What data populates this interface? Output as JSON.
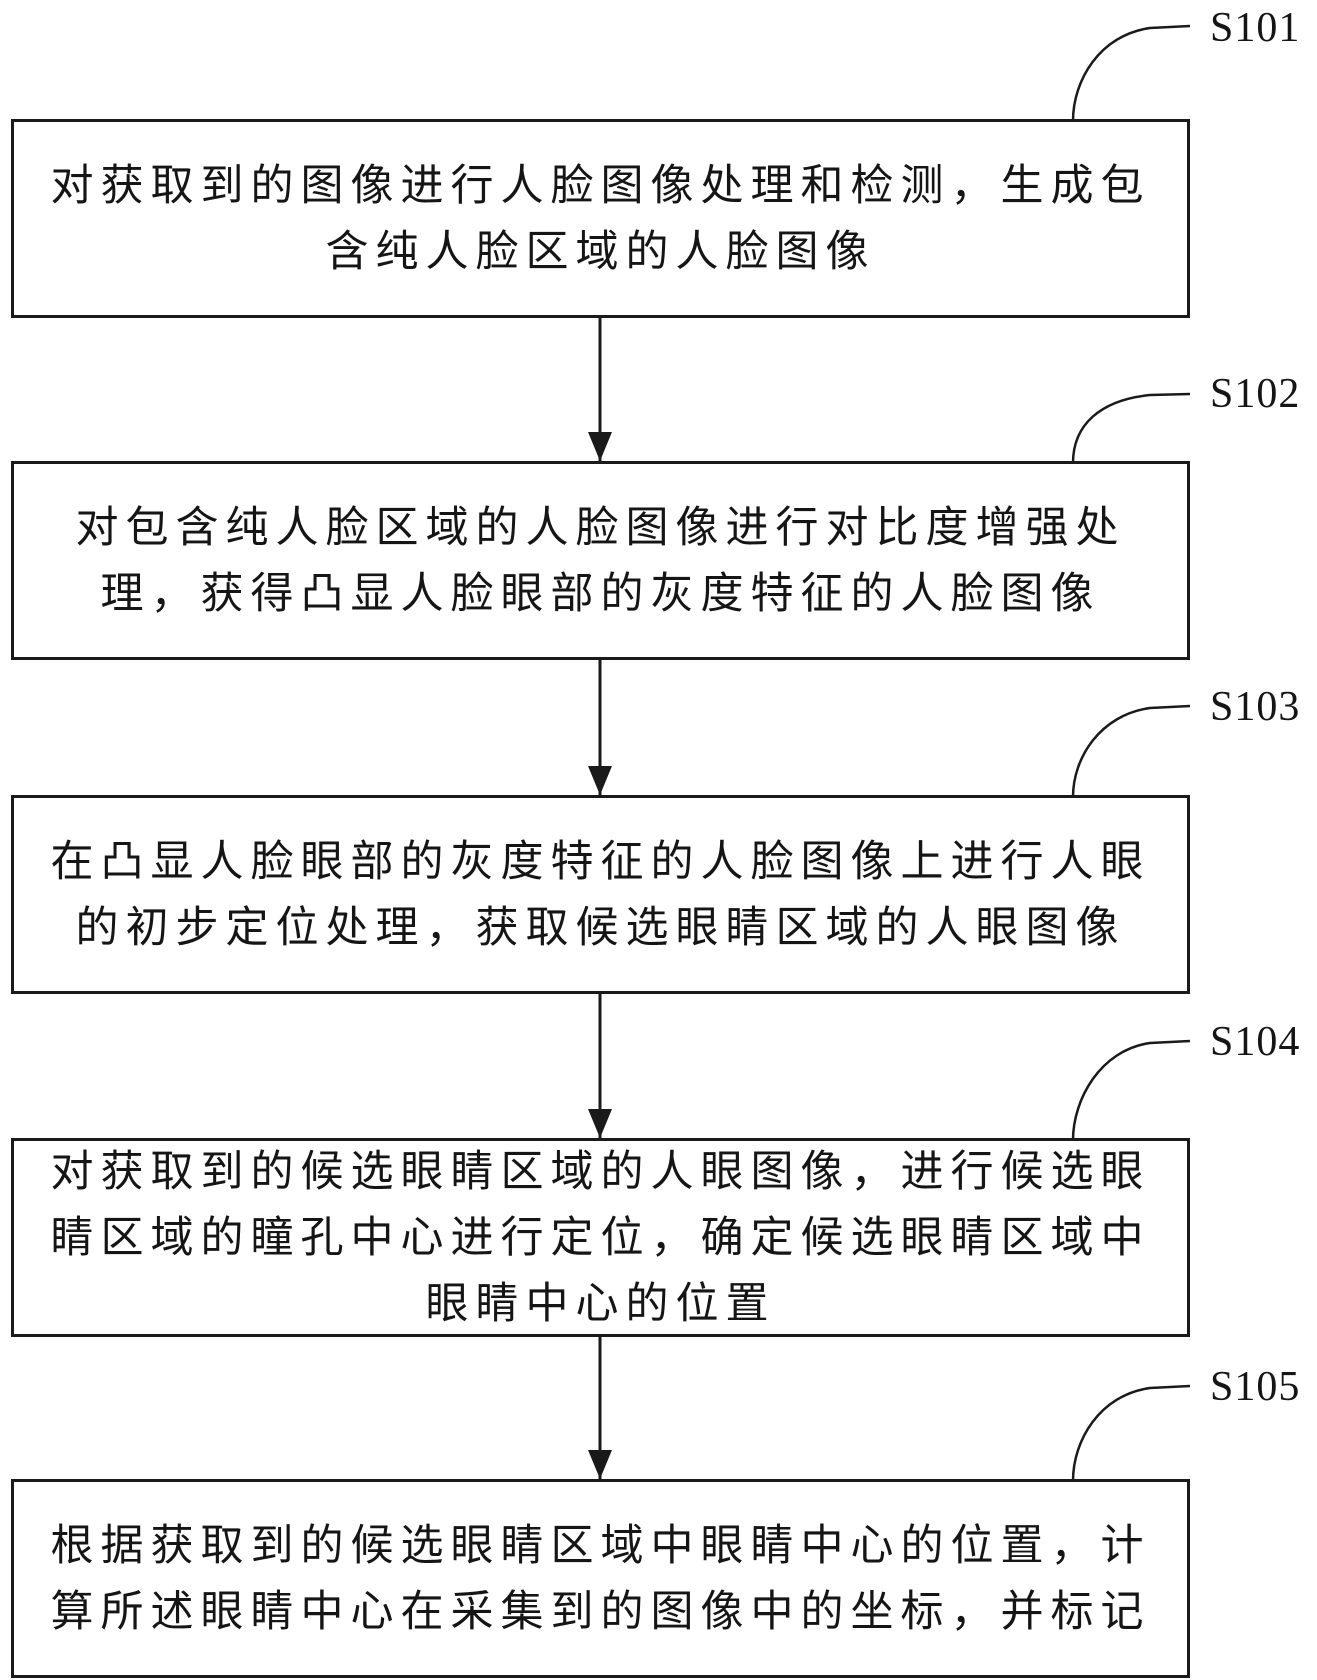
{
  "steps": [
    {
      "id": "S101",
      "text": "对获取到的图像进行人脸图像处理和检测，生成包含纯人脸区域的人脸图像"
    },
    {
      "id": "S102",
      "text": "对包含纯人脸区域的人脸图像进行对比度增强处理，获得凸显人脸眼部的灰度特征的人脸图像"
    },
    {
      "id": "S103",
      "text": "在凸显人脸眼部的灰度特征的人脸图像上进行人眼的初步定位处理，获取候选眼睛区域的人眼图像"
    },
    {
      "id": "S104",
      "text": "对获取到的候选眼睛区域的人眼图像，进行候选眼睛区域的瞳孔中心进行定位，确定候选眼睛区域中眼睛中心的位置"
    },
    {
      "id": "S105",
      "text": "根据获取到的候选眼睛区域中眼睛中心的位置，计算所述眼睛中心在采集到的图像中的坐标，并标记"
    }
  ]
}
